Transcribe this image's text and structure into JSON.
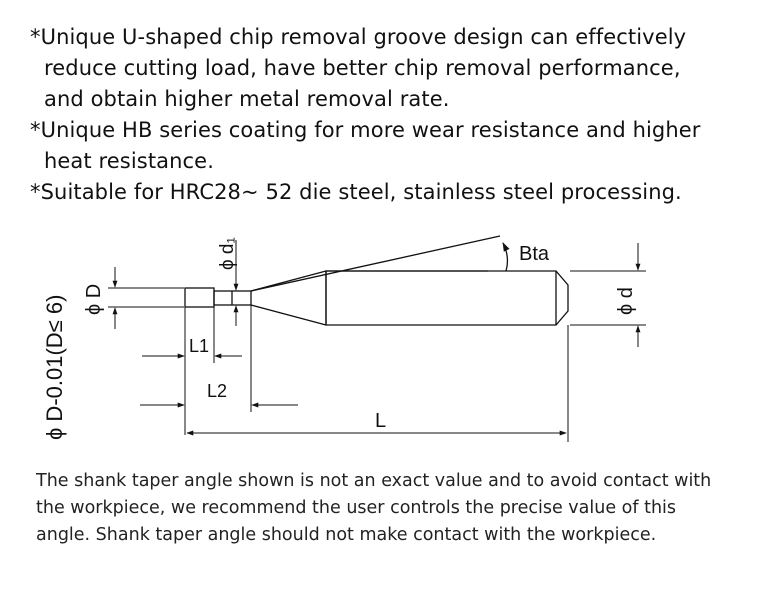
{
  "features": [
    {
      "lines": [
        "*Unique U-shaped chip removal groove design can effectively",
        "reduce cutting load, have better chip removal performance,",
        "and obtain higher metal removal rate."
      ]
    },
    {
      "lines": [
        "*Unique HB series coating for more wear resistance and higher",
        "heat resistance."
      ]
    },
    {
      "lines": [
        "*Suitable for HRC28~ 52 die steel, stainless steel processing."
      ]
    }
  ],
  "diagram": {
    "tolerance_label": "ϕ D-0.01(D≤ 6)",
    "labels": {
      "phi_D": "ϕ D",
      "phi_d1": "ϕ d₁",
      "phi_d": "ϕ d",
      "L1": "L1",
      "L2": "L2",
      "L": "L",
      "Bta": "Bta"
    }
  },
  "note": {
    "lines": [
      "The shank taper angle shown is not an exact value and to avoid contact with",
      "the workpiece, we recommend the user controls the precise value of this",
      "angle. Shank taper angle should not make contact with the workpiece."
    ]
  }
}
